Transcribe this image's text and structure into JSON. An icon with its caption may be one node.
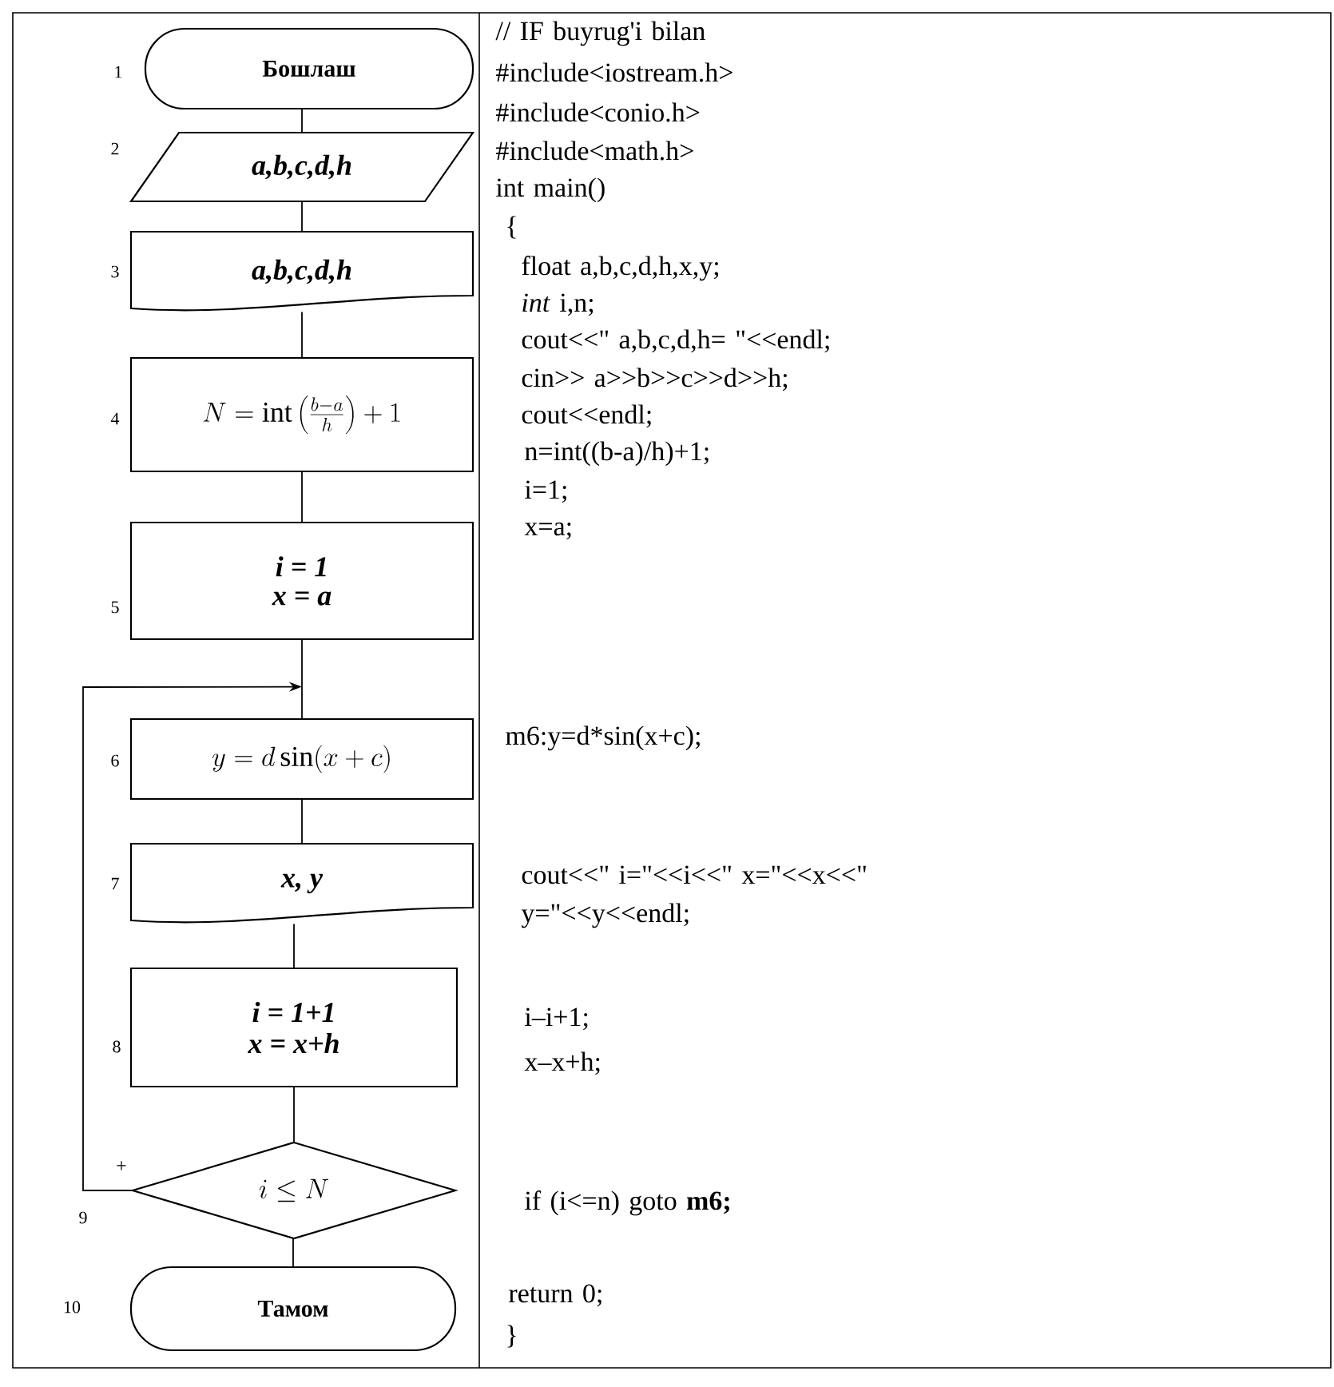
{
  "diagram": {
    "nodes": [
      {
        "text": [
          "Бошлаш"
        ],
        "beside": [
          "1"
        ]
      },
      {
        "text": [
          "a,b,c,d,h"
        ],
        "beside": [
          "2"
        ]
      },
      {
        "text": [
          "a,b,c,d,h"
        ],
        "beside": [
          "3"
        ]
      },
      {
        "text": [
          "N = \\mathrm{int}\\left(\\frac{b-a}{h}\\right)+1"
        ],
        "beside": [
          "4"
        ]
      },
      {
        "text": [
          "i = 1",
          "x = a"
        ],
        "beside": [
          "5"
        ]
      },
      {
        "text": [
          "y = d\\sin(x + c)"
        ],
        "beside": [
          "6"
        ]
      },
      {
        "text": [
          "x, y"
        ],
        "beside": [
          "7"
        ]
      },
      {
        "text": [
          "i = 1+1",
          "x = x+h"
        ],
        "beside": [
          "8"
        ]
      },
      {
        "text": [
          "i \\le N"
        ],
        "beside": [
          "9"
        ]
      },
      {
        "text": [
          "Тамом"
        ],
        "beside": [
          "10"
        ]
      }
    ],
    "edges": [
      {
        "from": 0,
        "to": 1,
        "arrow": "none"
      },
      {
        "from": 1,
        "to": 2,
        "arrow": "none"
      },
      {
        "from": 2,
        "to": 3,
        "arrow": "none"
      },
      {
        "from": 3,
        "to": 4,
        "arrow": "none"
      },
      {
        "from": 4,
        "to": 5,
        "arrow": "none"
      },
      {
        "from": 5,
        "to": 6,
        "arrow": "none"
      },
      {
        "from": 6,
        "to": 7,
        "arrow": "none"
      },
      {
        "from": 7,
        "to": 8,
        "arrow": "none"
      },
      {
        "from": 8,
        "to": 9,
        "arrow": "none"
      },
      {
        "from": 8,
        "to": 5,
        "arrow": "to",
        "label": "+"
      }
    ],
    "labels": [
      "// IF buyrug'i bilan",
      "#include<iostream.h>",
      "#include<conio.h>",
      "#include<math.h>",
      "int main()",
      "{",
      "float a,b,c,d,h,x,y;",
      "*int* i,n;",
      "cout<<\" a,b,c,d,h= \"<<endl;",
      "cin>> a>>b>>c>>d>>h;",
      "cout<<endl;",
      "n=int((b-a)/h)+1;",
      "i=1;",
      "x=a;",
      "m6:y=d*sin(x+c);",
      "cout<<\" i=\"<<i<<\"  x=\"<<x<<\" y=\"<<y<<endl;",
      "i–i+1;",
      "x–x+h;",
      "if (i<=n) goto **m6;**",
      "return 0;",
      "}"
    ]
  }
}
